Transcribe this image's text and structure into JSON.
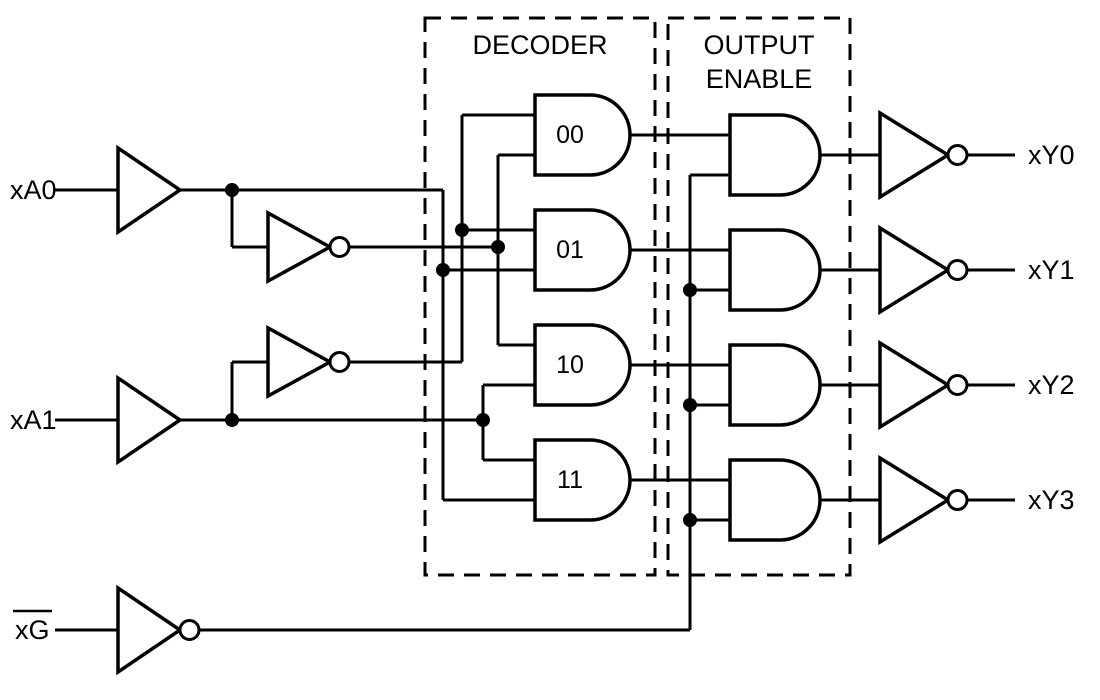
{
  "sections": {
    "decoder": {
      "label": "DECODER"
    },
    "output_enable": {
      "label_line_1": "OUTPUT",
      "label_line_2": "ENABLE"
    }
  },
  "inputs": [
    {
      "id": "a0",
      "label": "xA0",
      "active_low": false
    },
    {
      "id": "a1",
      "label": "xA1",
      "active_low": false
    },
    {
      "id": "g",
      "label": "xG",
      "active_low": true
    }
  ],
  "decoder_gates": [
    {
      "label": "00",
      "inputs": [
        "A1_not",
        "A0_not"
      ]
    },
    {
      "label": "01",
      "inputs": [
        "A1_not",
        "A0"
      ]
    },
    {
      "label": "10",
      "inputs": [
        "A0_not",
        "A1"
      ]
    },
    {
      "label": "11",
      "inputs": [
        "A1",
        "A0"
      ]
    }
  ],
  "outputs": [
    {
      "label": "xY0"
    },
    {
      "label": "xY1"
    },
    {
      "label": "xY2"
    },
    {
      "label": "xY3"
    }
  ],
  "colors": {
    "line": "#000000",
    "background": "#ffffff",
    "text": "#000000"
  }
}
